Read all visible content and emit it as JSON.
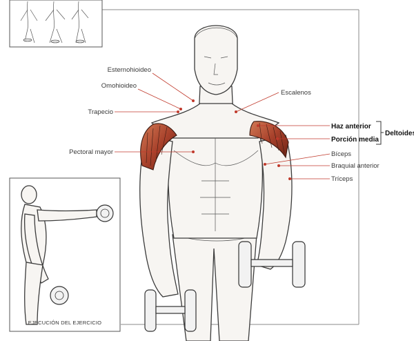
{
  "labels": {
    "esternohioideo": "Esternohioideo",
    "omohioideo": "Omohioideo",
    "trapecio": "Trapecio",
    "pectoral_mayor": "Pectoral mayor",
    "escalenos": "Escalenos",
    "haz_anterior": "Haz anterior",
    "porcion_media": "Porción media",
    "deltoides": "Deltoides",
    "biceps": "Bíceps",
    "braquial_anterior": "Braquial anterior",
    "triceps": "Tríceps"
  },
  "inset": {
    "caption": "EJECUCIÓN DEL EJERCICIO"
  },
  "colors": {
    "muscle_highlight": "#a8412b",
    "leader_line": "#c0392b",
    "outline": "#3b3b3b"
  }
}
